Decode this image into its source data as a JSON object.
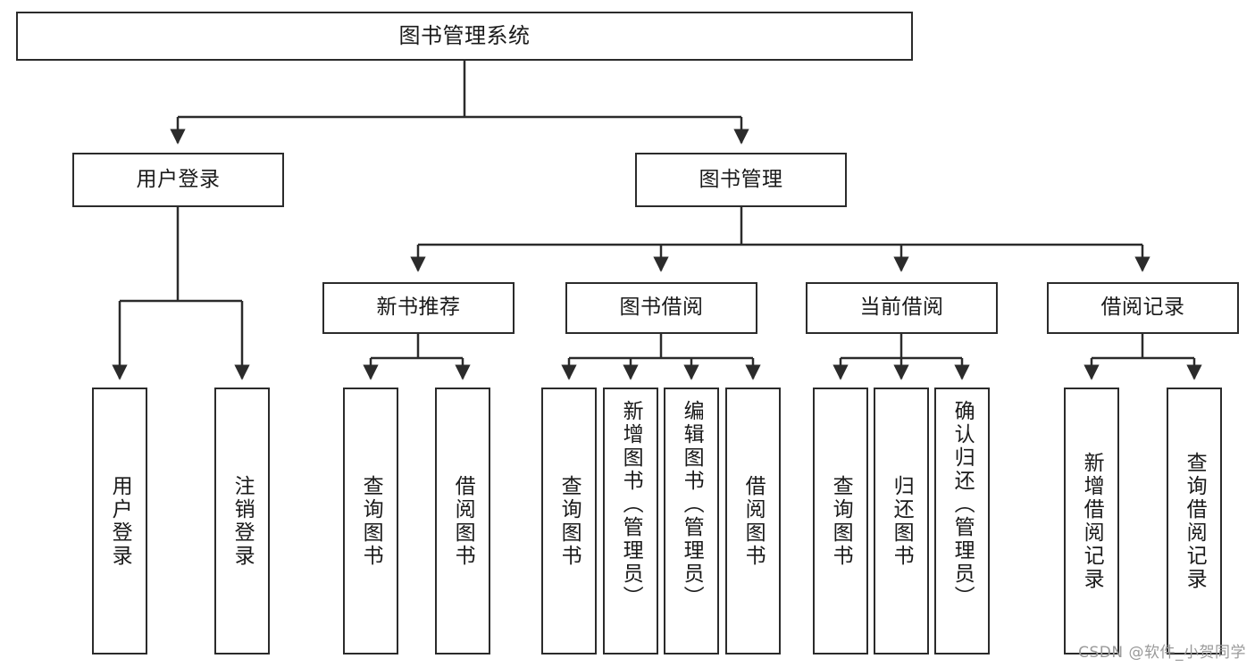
{
  "diagram": {
    "type": "tree-hierarchy",
    "title": "图书管理系统",
    "watermark": "CSDN @软件_小贺同学",
    "colors": {
      "stroke": "#2b2b2b",
      "fill": "#ffffff",
      "text": "#1a1a1a",
      "watermark": "#9a9a9a"
    },
    "levels": {
      "root": {
        "label": "图书管理系统"
      },
      "level1": [
        {
          "label": "用户登录"
        },
        {
          "label": "图书管理"
        }
      ],
      "level2": [
        {
          "label": "新书推荐"
        },
        {
          "label": "图书借阅"
        },
        {
          "label": "当前借阅"
        },
        {
          "label": "借阅记录"
        }
      ],
      "leaves": [
        {
          "label": "用户登录"
        },
        {
          "label": "注销登录"
        },
        {
          "label": "查询图书"
        },
        {
          "label": "借阅图书"
        },
        {
          "label": "查询图书"
        },
        {
          "label": "新增图书（管理员）"
        },
        {
          "label": "编辑图书（管理员）"
        },
        {
          "label": "借阅图书"
        },
        {
          "label": "查询图书"
        },
        {
          "label": "归还图书"
        },
        {
          "label": "确认归还（管理员）"
        },
        {
          "label": "新增借阅记录"
        },
        {
          "label": "查询借阅记录"
        }
      ]
    },
    "relationships": [
      {
        "from": "图书管理系统",
        "to": "用户登录"
      },
      {
        "from": "图书管理系统",
        "to": "图书管理"
      },
      {
        "from": "用户登录",
        "to": "用户登录"
      },
      {
        "from": "用户登录",
        "to": "注销登录"
      },
      {
        "from": "图书管理",
        "to": "新书推荐"
      },
      {
        "from": "图书管理",
        "to": "图书借阅"
      },
      {
        "from": "图书管理",
        "to": "当前借阅"
      },
      {
        "from": "图书管理",
        "to": "借阅记录"
      },
      {
        "from": "新书推荐",
        "to": "查询图书"
      },
      {
        "from": "新书推荐",
        "to": "借阅图书"
      },
      {
        "from": "图书借阅",
        "to": "查询图书"
      },
      {
        "from": "图书借阅",
        "to": "新增图书（管理员）"
      },
      {
        "from": "图书借阅",
        "to": "编辑图书（管理员）"
      },
      {
        "from": "图书借阅",
        "to": "借阅图书"
      },
      {
        "from": "当前借阅",
        "to": "查询图书"
      },
      {
        "from": "当前借阅",
        "to": "归还图书"
      },
      {
        "from": "当前借阅",
        "to": "确认归还（管理员）"
      },
      {
        "from": "借阅记录",
        "to": "新增借阅记录"
      },
      {
        "from": "借阅记录",
        "to": "查询借阅记录"
      }
    ]
  }
}
